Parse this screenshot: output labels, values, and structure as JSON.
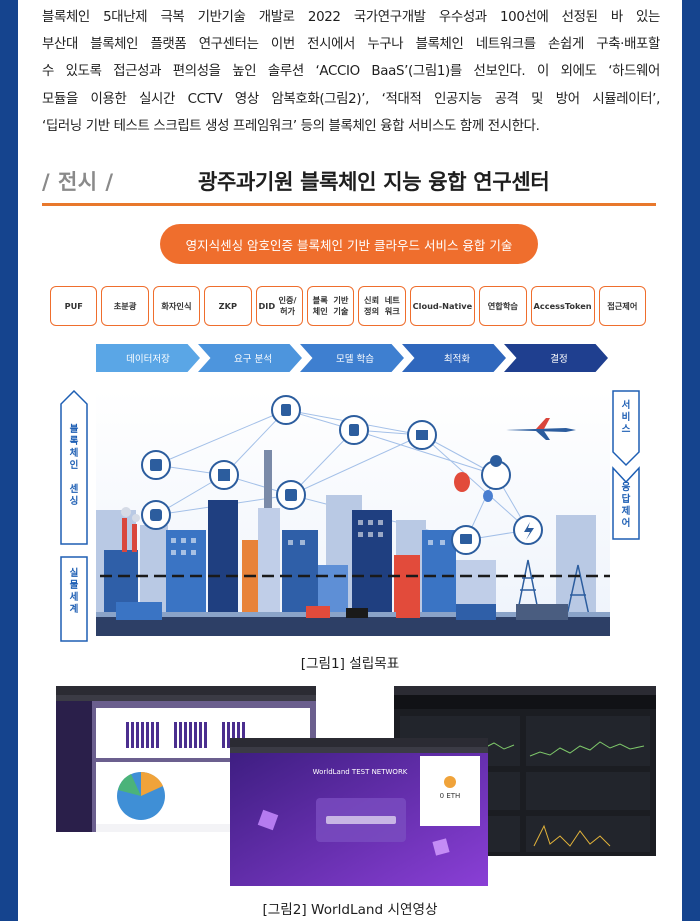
{
  "paragraph": [
    "블록체인 5대난제 극복 기반기술 개발로 2022 국가연구개발 우수성과 100선에 선정된 바 있는",
    "부산대 블록체인 플랫폼 연구센터는 이번 전시에서 누구나 블록체인 네트워크를 손쉽게 구축·배포할",
    "수 있도록 접근성과 편의성을 높인 솔루션 ‘ACCIO BaaS’(그림1)를 선보인다. 이 외에도 ‘하드웨어",
    "모듈을 이용한 실시간 CCTV 영상 암복호화(그림2)’, ‘적대적 인공지능 공격 및 방어 시뮬레이터’,",
    "‘딥러닝 기반 테스트 스크립트 생성 프레임워크’ 등의 블록체인 융합 서비스도 함께 전시한다."
  ],
  "section": {
    "label": "/ 전시 /",
    "title": "광주과기원 블록체인 지능 융합 연구센터"
  },
  "figure1": {
    "headline": "영지식센싱 암호인증 블록체인 기반 클라우드 서비스 융합 기술",
    "tags": [
      [
        "PUF"
      ],
      [
        "초분광"
      ],
      [
        "화자인식"
      ],
      [
        "ZKP"
      ],
      [
        "DID",
        "인증/허가"
      ],
      [
        "블록체인",
        "기반기술"
      ],
      [
        "신뢰정의",
        "네트워크"
      ],
      [
        "Cloud-",
        "Native"
      ],
      [
        "연합학습"
      ],
      [
        "Access",
        "Token"
      ],
      [
        "접근제어"
      ]
    ],
    "steps": [
      "데이터저장",
      "요구 분석",
      "모델 학습",
      "최적화",
      "결정"
    ],
    "step_colors": [
      "#5aa6e6",
      "#4d95dd",
      "#3e7fd0",
      "#2f67bd",
      "#1f3f8f"
    ],
    "side_left_top": "블록체인 센싱",
    "side_left_bottom": "실물세계",
    "side_right_top": "서비스",
    "side_right_bottom": "응답제어",
    "caption": "[그림1] 설립목표"
  },
  "figure2": {
    "demo_title": "WorldLand TEST NETWORK",
    "wallet_balance": "0 ETH",
    "caption": "[그림2] WorldLand 시연영상"
  },
  "colors": {
    "accent": "#ef6e2d",
    "blue": "#1e5fb4",
    "border": "#15448e"
  }
}
